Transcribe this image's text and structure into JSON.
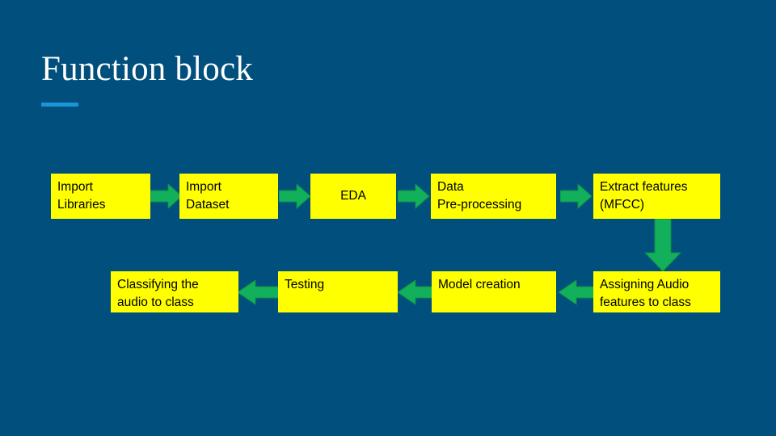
{
  "slide": {
    "title": "Function block",
    "background_color": "#004F7C",
    "accent_color": "#1B95D8",
    "box_fill_color": "#FFFF00",
    "box_text_color": "#000000",
    "arrow_color": "#12B05A",
    "arrow_outline_color": "#0E8F49"
  },
  "flow": {
    "row1": [
      {
        "label": "Import\nLibraries",
        "align": "left"
      },
      {
        "label": "Import\nDataset",
        "align": "left"
      },
      {
        "label": "EDA",
        "align": "center"
      },
      {
        "label": "Data\nPre-processing",
        "align": "left"
      },
      {
        "label": "Extract features\n(MFCC)",
        "align": "left"
      }
    ],
    "row2": [
      {
        "label": "Classifying the\naudio to class",
        "align": "left"
      },
      {
        "label": "Testing",
        "align": "left"
      },
      {
        "label": "Model creation",
        "align": "left"
      },
      {
        "label": "Assigning Audio\nfeatures to class",
        "align": "left"
      }
    ],
    "connectors": [
      {
        "name": "arrow-import-libraries-to-import-dataset",
        "direction": "right"
      },
      {
        "name": "arrow-import-dataset-to-eda",
        "direction": "right"
      },
      {
        "name": "arrow-eda-to-data-preprocessing",
        "direction": "right"
      },
      {
        "name": "arrow-data-preprocessing-to-extract-features",
        "direction": "right"
      },
      {
        "name": "arrow-extract-features-to-assigning-audio",
        "direction": "down"
      },
      {
        "name": "arrow-assigning-audio-to-model-creation",
        "direction": "left"
      },
      {
        "name": "arrow-model-creation-to-testing",
        "direction": "left"
      },
      {
        "name": "arrow-testing-to-classifying",
        "direction": "left"
      }
    ]
  }
}
